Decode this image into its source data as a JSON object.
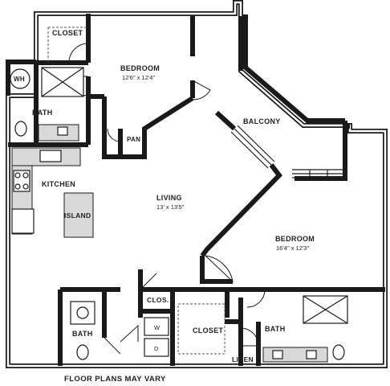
{
  "rooms": {
    "closet_top": {
      "label": "CLOSET"
    },
    "wh": {
      "label": "WH"
    },
    "bedroom_1": {
      "label": "BEDROOM",
      "size": "12'6\" x 12'4\""
    },
    "bath_1": {
      "label": "BATH"
    },
    "pan": {
      "label": "PAN"
    },
    "balcony": {
      "label": "BALCONY"
    },
    "kitchen": {
      "label": "KITCHEN"
    },
    "island": {
      "label": "ISLAND"
    },
    "living": {
      "label": "LIVING",
      "size": "13' x 13'5\""
    },
    "bedroom_2": {
      "label": "BEDROOM",
      "size": "16'4\" x 12'3\""
    },
    "clos": {
      "label": "CLOS."
    },
    "washer": {
      "label": "W"
    },
    "dryer": {
      "label": "D"
    },
    "closet_bottom": {
      "label": "CLOSET"
    },
    "bath_2": {
      "label": "BATH"
    },
    "bath_3": {
      "label": "BATH"
    },
    "linen": {
      "label": "LINEN"
    }
  },
  "footer": {
    "note": "FLOOR PLANS MAY VARY"
  }
}
